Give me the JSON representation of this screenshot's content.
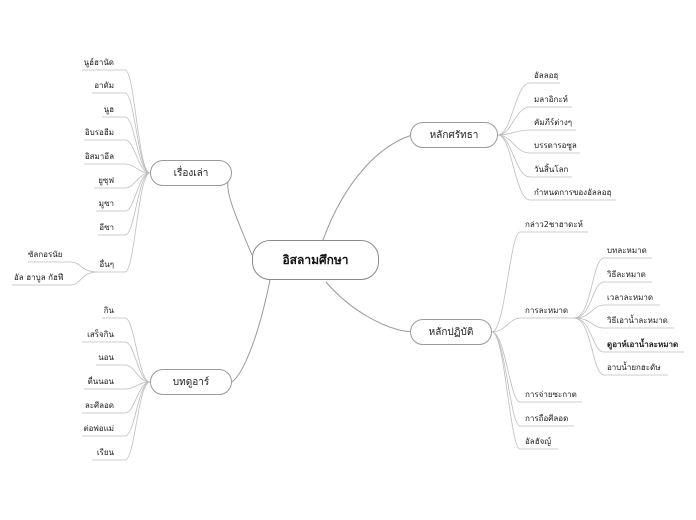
{
  "central": "อิสลามศึกษา",
  "branches": {
    "belief": {
      "title": "หลักศรัทธา",
      "items": [
        "อัลลอฮฺ",
        "มลาอิกะห์",
        "คัมภีร์ต่างๆ",
        "บรรดารอซูล",
        "วันสิ้นโลก",
        "กำหนดการของอัลลอฮฺ"
      ]
    },
    "practice": {
      "title": "หลักปฏิบัติ",
      "items": [
        "กล่าว2ชาฮาดะห์",
        "การละหมาด",
        "การจ่ายซะกาต",
        "การถือศีลอด",
        "อัลฮัจญ์"
      ],
      "prayer_items": [
        "บทละหมาด",
        "วิธีละหมาด",
        "เวลาละหมาด",
        "วิธีเอาน้ำละหมาด",
        "ดูอาห์เอาน้ำละหมาด",
        "อาบน้ำยกฮะดัษ"
      ]
    },
    "stories": {
      "title": "เรื่องเล่า",
      "items": [
        "นูฮ์ฮานัด",
        "อาดัม",
        "นูฮ",
        "อิบรอฮีม",
        "อิสมาอีล",
        "ยูซุฟ",
        "มูซา",
        "อีซา",
        "อื่นๆ"
      ],
      "other_items": [
        "ซัลกอรนัย",
        "อัล ฮาบูล กัฮฟี"
      ]
    },
    "prayers": {
      "title": "บทดูอาร์",
      "items": [
        "กิน",
        "เสร็จกิน",
        "นอน",
        "ตื่นนอน",
        "ละศีลอด",
        "ต่อพ่อแม่",
        "เรียน"
      ]
    }
  }
}
